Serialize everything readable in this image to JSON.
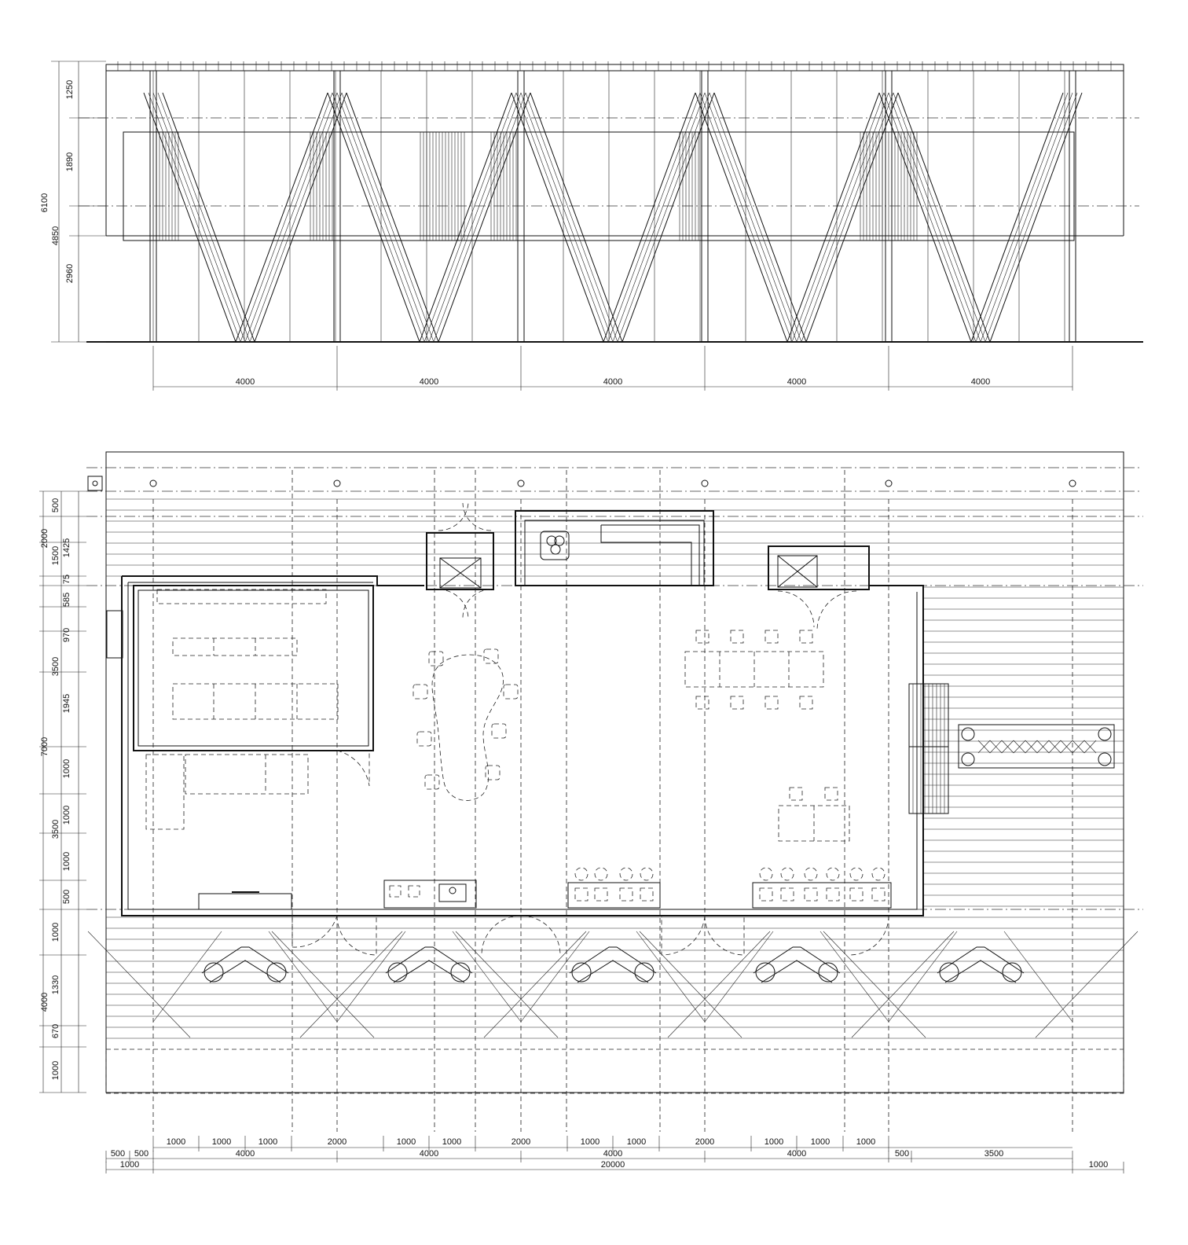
{
  "colors": {
    "ink": "#111111",
    "background": "#ffffff"
  },
  "elevation": {
    "left_dims": [
      "1250",
      "1890",
      "6100",
      "4850",
      "2960"
    ],
    "bottom_dims": [
      "4000",
      "4000",
      "4000",
      "4000",
      "4000"
    ]
  },
  "plan": {
    "left_dims": [
      "500",
      "2000",
      "1500",
      "1425",
      "75",
      "585",
      "970",
      "3500",
      "1945",
      "7000",
      "1000",
      "3500",
      "1000",
      "1000",
      "500",
      "1000",
      "4000",
      "1330",
      "670",
      "1000"
    ],
    "bottom_row1": [
      "1000",
      "1000",
      "1000",
      "2000",
      "1000",
      "1000",
      "2000",
      "1000",
      "1000",
      "2000",
      "1000",
      "1000",
      "1000"
    ],
    "bottom_row2": [
      "500",
      "500",
      "4000",
      "4000",
      "4000",
      "4000",
      "500",
      "3500"
    ],
    "bottom_row3": [
      "1000",
      "20000",
      "1000"
    ]
  }
}
